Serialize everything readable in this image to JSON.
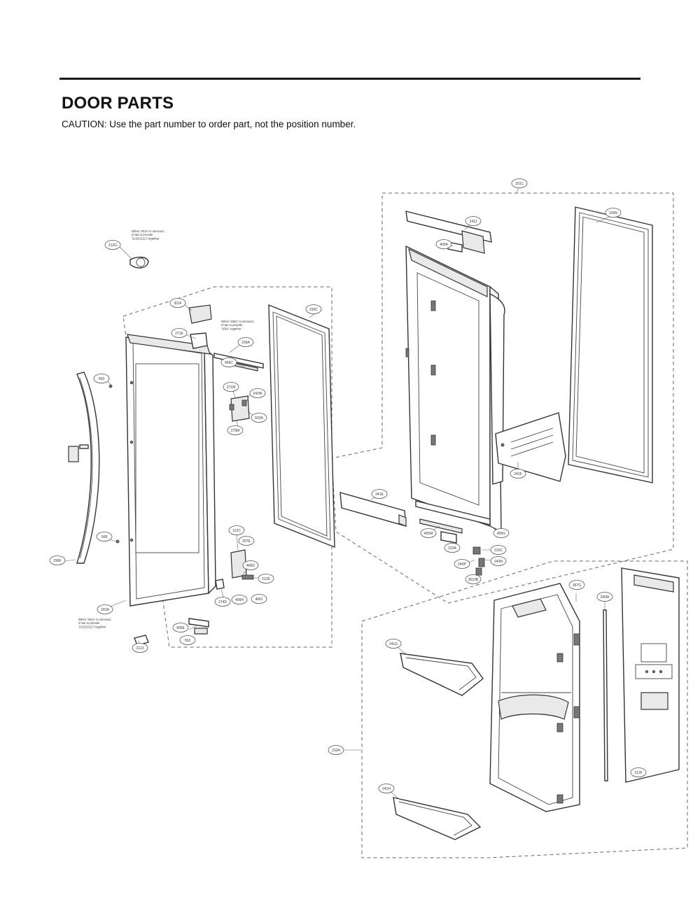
{
  "header": {
    "title": "DOOR PARTS",
    "caution": "CAUTION: Use the part number to order part, not the position number."
  },
  "diagram": {
    "notes": [
      {
        "id": "note-212g",
        "lines": [
          "When '201A' is serviced,",
          "it has to provide",
          "'212G/212J' together"
        ]
      },
      {
        "id": "note-406c",
        "lines": [
          "When '406C' is serviced,",
          "it has to provide",
          "'106A' together"
        ]
      },
      {
        "id": "note-201a",
        "lines": [
          "When '201A' is serviced,",
          "it has to provide",
          "'212G/212J' together"
        ]
      }
    ],
    "callouts": [
      {
        "id": "212G",
        "label": "212G"
      },
      {
        "id": "301F",
        "label": "301F"
      },
      {
        "id": "271E",
        "label": "271E"
      },
      {
        "id": "106A",
        "label": "106A"
      },
      {
        "id": "406C",
        "label": "406C"
      },
      {
        "id": "230C",
        "label": "230C"
      },
      {
        "id": "271M",
        "label": "271M"
      },
      {
        "id": "242W",
        "label": "242W"
      },
      {
        "id": "502A",
        "label": "502A"
      },
      {
        "id": "279M",
        "label": "279M"
      },
      {
        "id": "503",
        "label": "503"
      },
      {
        "id": "508",
        "label": "508"
      },
      {
        "id": "296F",
        "label": "296F"
      },
      {
        "id": "122C",
        "label": "122C"
      },
      {
        "id": "297E",
        "label": "297E"
      },
      {
        "id": "406D",
        "label": "406D"
      },
      {
        "id": "212E",
        "label": "212E"
      },
      {
        "id": "274D",
        "label": "274D"
      },
      {
        "id": "406H",
        "label": "406H"
      },
      {
        "id": "406J",
        "label": "406J"
      },
      {
        "id": "201A",
        "label": "201A"
      },
      {
        "id": "406E",
        "label": "406E"
      },
      {
        "id": "503b",
        "label": "503"
      },
      {
        "id": "212J",
        "label": "212J"
      },
      {
        "id": "231C",
        "label": "231C"
      },
      {
        "id": "241J",
        "label": "241J"
      },
      {
        "id": "405A",
        "label": "405A"
      },
      {
        "id": "230N",
        "label": "230N"
      },
      {
        "id": "241F",
        "label": "241F"
      },
      {
        "id": "241E",
        "label": "241E"
      },
      {
        "id": "405G",
        "label": "405G"
      },
      {
        "id": "405M",
        "label": "405M"
      },
      {
        "id": "315A",
        "label": "315A"
      },
      {
        "id": "315C",
        "label": "315C"
      },
      {
        "id": "240P",
        "label": "240P"
      },
      {
        "id": "243N",
        "label": "243N"
      },
      {
        "id": "3610B",
        "label": "3610B"
      },
      {
        "id": "357G",
        "label": "357G"
      },
      {
        "id": "290W",
        "label": "290W"
      },
      {
        "id": "241G",
        "label": "241G"
      },
      {
        "id": "232A",
        "label": "232A"
      },
      {
        "id": "212F",
        "label": "212F"
      },
      {
        "id": "241H",
        "label": "241H"
      }
    ]
  }
}
